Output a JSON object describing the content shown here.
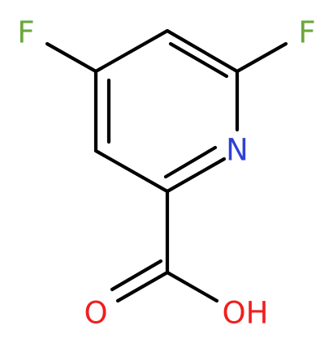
{
  "molecule": {
    "atoms": {
      "fluorine_left": {
        "symbol": "F",
        "color": "#6aa83a"
      },
      "fluorine_right": {
        "symbol": "F",
        "color": "#6aa83a"
      },
      "ring_nitrogen": {
        "symbol": "N",
        "color": "#2f41d6"
      },
      "carbonyl_oxygen": {
        "symbol": "O",
        "color": "#ef1f1f"
      },
      "hydroxyl_group": {
        "symbol": "OH",
        "color": "#ef1f1f"
      }
    },
    "bond_color": "#000000"
  }
}
